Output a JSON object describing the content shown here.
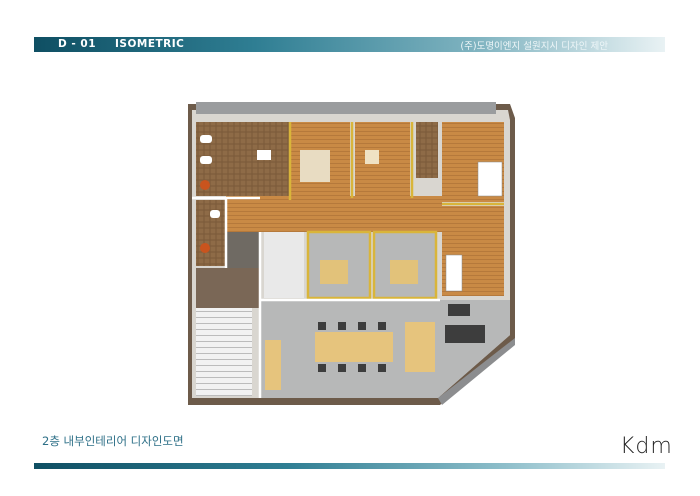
{
  "header": {
    "code": "D - 01",
    "view": "ISOMETRIC",
    "client": "(주)도명이엔지 설원지시 디자인 제안"
  },
  "caption": "2층 내부인테리어 디자인도면",
  "logo": {
    "text": "Kdm"
  },
  "colors": {
    "header": "#1f6b80",
    "caption": "#2d6f87",
    "wood_floor": "#c98a45",
    "concrete_floor": "#b7b8b8",
    "wall": "#ffffff",
    "partition_yellow": "#d9b53a"
  }
}
